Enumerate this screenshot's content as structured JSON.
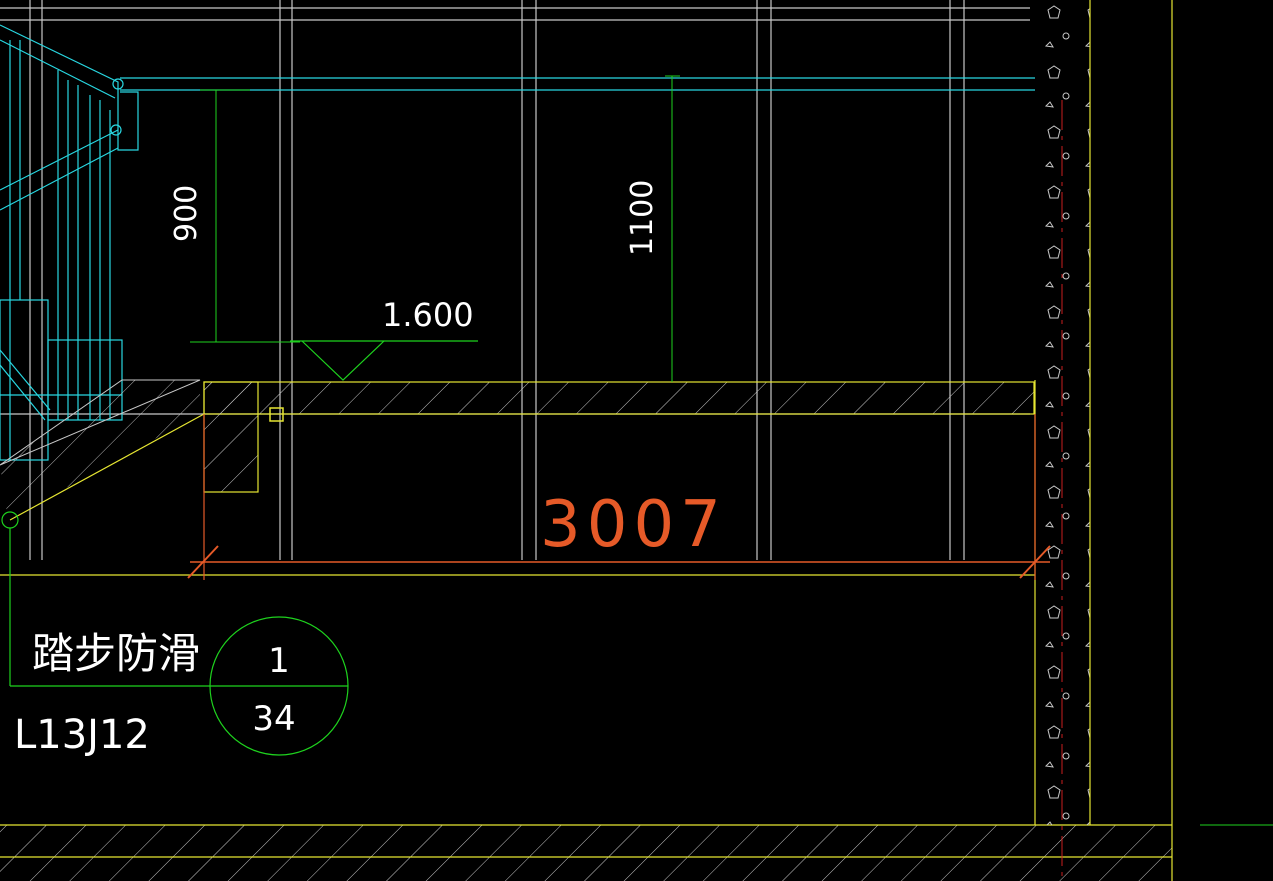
{
  "drawing": {
    "dimension_900": "900",
    "dimension_1100": "1100",
    "elevation_mark": "1.600",
    "dimension_3007": "3007",
    "note_label": "踏步防滑",
    "standard_ref": "L13J12",
    "detail_callout": {
      "top": "1",
      "bottom": "34"
    }
  },
  "colors": {
    "background": "#000000",
    "grid": "#c8c8c8",
    "yellow": "#e6e632",
    "cyan": "#28d7e1",
    "green": "#1ed21e",
    "orange": "#e65a28",
    "white": "#ffffff",
    "red": "#c81e1e"
  }
}
